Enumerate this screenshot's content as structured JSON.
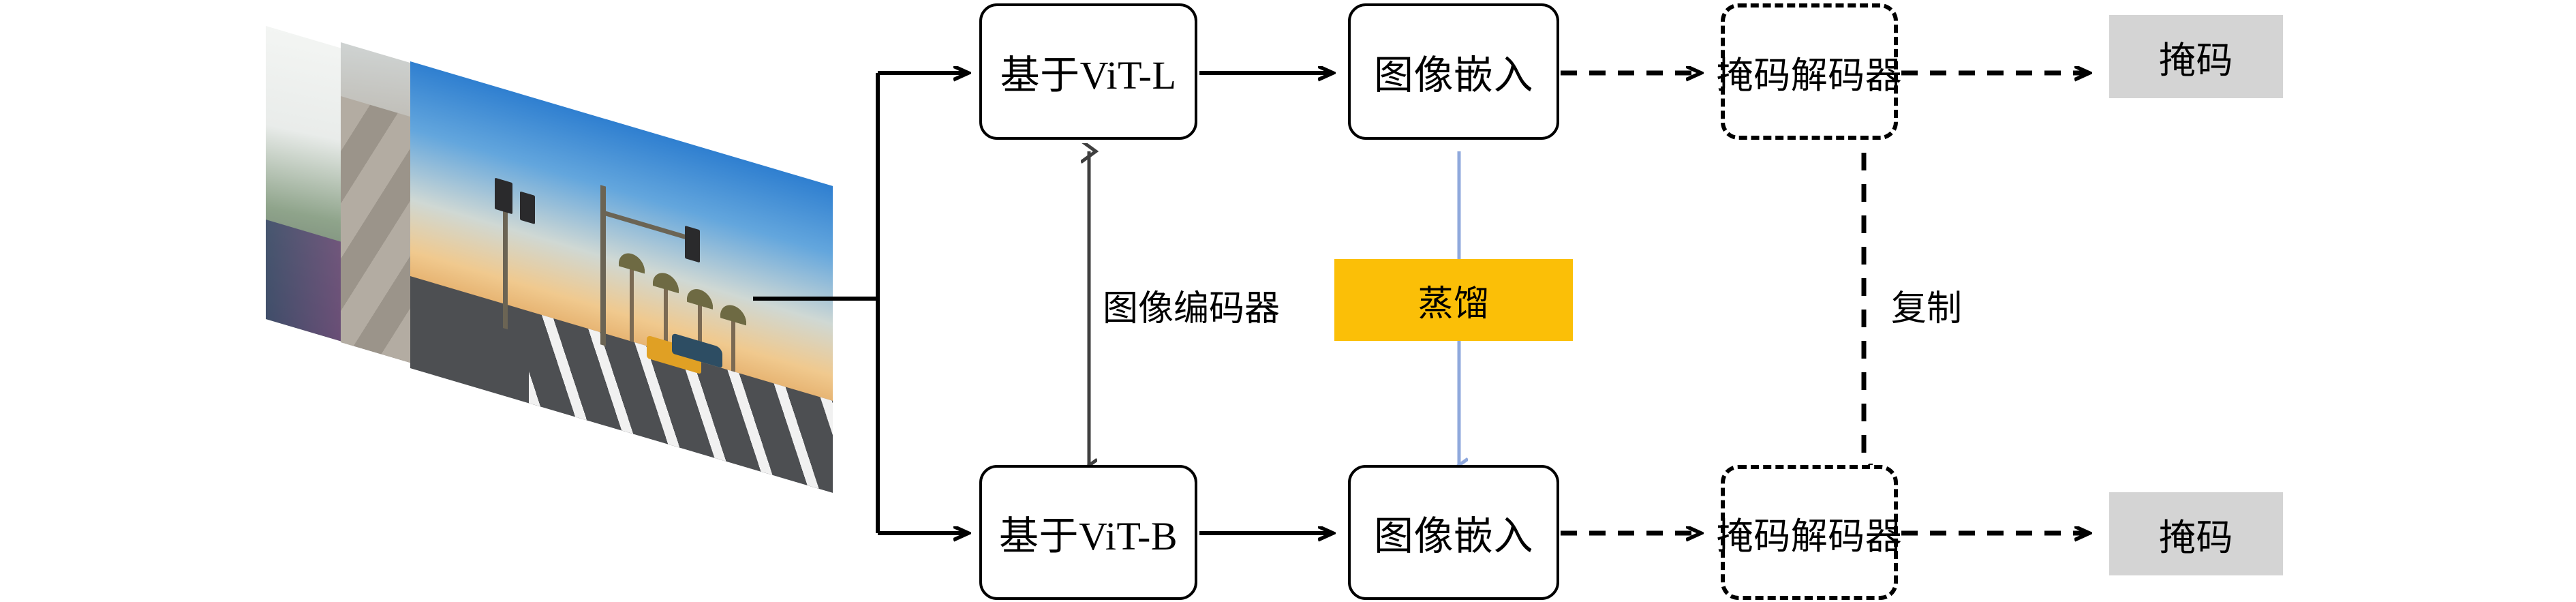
{
  "diagram": {
    "title": "Knowledge distillation pipeline from ViT-L image encoder to ViT-B image encoder",
    "colors": {
      "stroke": "#000000",
      "distill_chip": "#fbbf07",
      "distill_arrow": "#8fa8dc",
      "mask_box": "#d4d4d4",
      "background": "#ffffff"
    },
    "input": {
      "name": "image-stack",
      "layers": 3,
      "caption": ""
    },
    "nodes": {
      "teacher_encoder": "基于ViT-L",
      "student_encoder": "基于ViT-B",
      "teacher_embedding": "图像嵌入",
      "student_embedding": "图像嵌入",
      "teacher_decoder": "掩码解码器",
      "student_decoder": "掩码解码器",
      "teacher_output": "掩码",
      "student_output": "掩码"
    },
    "labels": {
      "image_encoder": "图像编码器",
      "distillation": "蒸馏",
      "copy": "复制"
    },
    "edges": [
      {
        "from": "image-stack",
        "to": "基于ViT-L",
        "style": "solid"
      },
      {
        "from": "image-stack",
        "to": "基于ViT-B",
        "style": "solid"
      },
      {
        "from": "基于ViT-L",
        "to": "图像嵌入",
        "style": "solid"
      },
      {
        "from": "基于ViT-B",
        "to": "图像嵌入",
        "style": "solid"
      },
      {
        "from": "图像嵌入",
        "to": "掩码解码器",
        "style": "dashed"
      },
      {
        "from": "掩码解码器",
        "to": "掩码",
        "style": "dashed"
      },
      {
        "from": "基于ViT-L",
        "to": "基于ViT-B",
        "style": "solid",
        "label": "图像编码器",
        "arrows": "both"
      },
      {
        "from": "图像嵌入 (teacher)",
        "to": "图像嵌入 (student)",
        "style": "solid",
        "label": "蒸馏",
        "color": "#8fa8dc"
      },
      {
        "from": "掩码解码器 (teacher)",
        "to": "掩码解码器 (student)",
        "style": "dashed",
        "label": "复制"
      }
    ]
  }
}
